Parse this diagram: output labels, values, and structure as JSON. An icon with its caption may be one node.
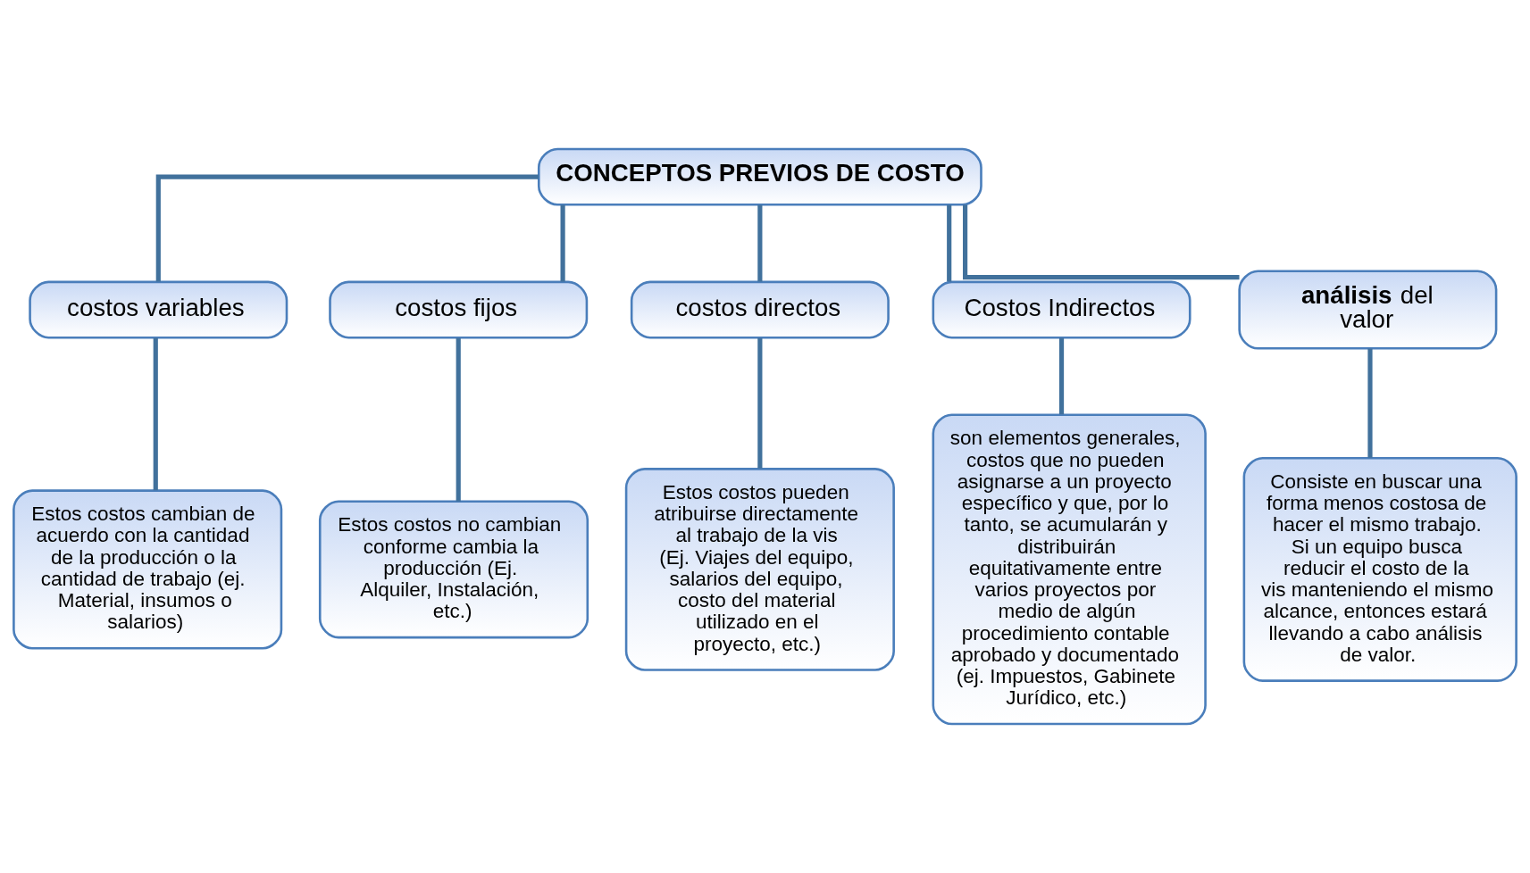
{
  "diagram": {
    "nodes": [
      {
        "text": [
          "CONCEPTOS PREVIOS DE COSTO"
        ]
      },
      {
        "text": [
          "costos variables"
        ]
      },
      {
        "text": [
          "costos fijos"
        ]
      },
      {
        "text": [
          "costos directos"
        ]
      },
      {
        "text": [
          "Costos Indirectos"
        ]
      },
      {
        "text": [
          "**análisis** del valor"
        ]
      },
      {
        "text": [
          "Estos costos cambian de acuerdo con la cantidad de la producción o la cantidad de trabajo (ej. Material, insumos o salarios)"
        ]
      },
      {
        "text": [
          "Estos costos no cambian conforme cambia la producción (Ej. Alquiler, Instalación, etc.)"
        ]
      },
      {
        "text": [
          "Estos costos pueden atribuirse directamente al trabajo de la vis (Ej. Viajes del equipo, salarios del equipo, costo del material utilizado en el proyecto, etc.)"
        ]
      },
      {
        "text": [
          "son elementos generales, costos que no pueden asignarse a un proyecto específico y que, por lo tanto, se acumularán y distribuirán equitativamente entre varios proyectos por medio de algún procedimiento contable aprobado y documentado (ej. Impuestos, Gabinete Jurídico, etc.)"
        ]
      },
      {
        "text": [
          "Consiste en buscar una forma menos costosa de hacer el mismo trabajo. Si un equipo busca reducir el costo de la vis manteniendo el mismo alcance, entonces estará llevando a cabo análisis de valor."
        ]
      }
    ],
    "edges": [
      {
        "from": 0,
        "to": 1,
        "arrow": "none"
      },
      {
        "from": 0,
        "to": 2,
        "arrow": "none"
      },
      {
        "from": 0,
        "to": 3,
        "arrow": "none"
      },
      {
        "from": 0,
        "to": 4,
        "arrow": "none"
      },
      {
        "from": 0,
        "to": 5,
        "arrow": "none"
      },
      {
        "from": 1,
        "to": 6,
        "arrow": "none"
      },
      {
        "from": 2,
        "to": 7,
        "arrow": "none"
      },
      {
        "from": 3,
        "to": 8,
        "arrow": "none"
      },
      {
        "from": 4,
        "to": 9,
        "arrow": "none"
      },
      {
        "from": 5,
        "to": 10,
        "arrow": "none"
      }
    ]
  }
}
